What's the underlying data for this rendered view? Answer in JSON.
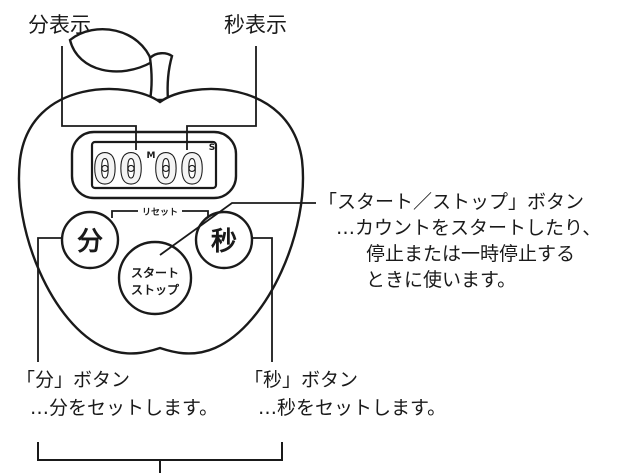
{
  "labels": {
    "minute_display": "分表示",
    "second_display": "秒表示"
  },
  "timer": {
    "minutes": "00",
    "seconds": "00",
    "minute_unit": "M",
    "second_unit": "S",
    "reset_label": "リセット",
    "minute_button": "分",
    "second_button": "秒",
    "start_stop_line1": "スタート",
    "start_stop_line2": "ストップ"
  },
  "callouts": {
    "start_stop": {
      "title": "「スタート／ストップ」ボタン",
      "line1": "…カウントをスタートしたり、",
      "line2": "停止または一時停止する",
      "line3": "ときに使います。"
    },
    "minute": {
      "title": "「分」ボタン",
      "desc": "…分をセットします。"
    },
    "second": {
      "title": "「秒」ボタン",
      "desc": "…秒をセットします。"
    }
  },
  "colors": {
    "ink": "#1a1a1a",
    "lcd": "#f4f4f4",
    "background": "#ffffff"
  }
}
